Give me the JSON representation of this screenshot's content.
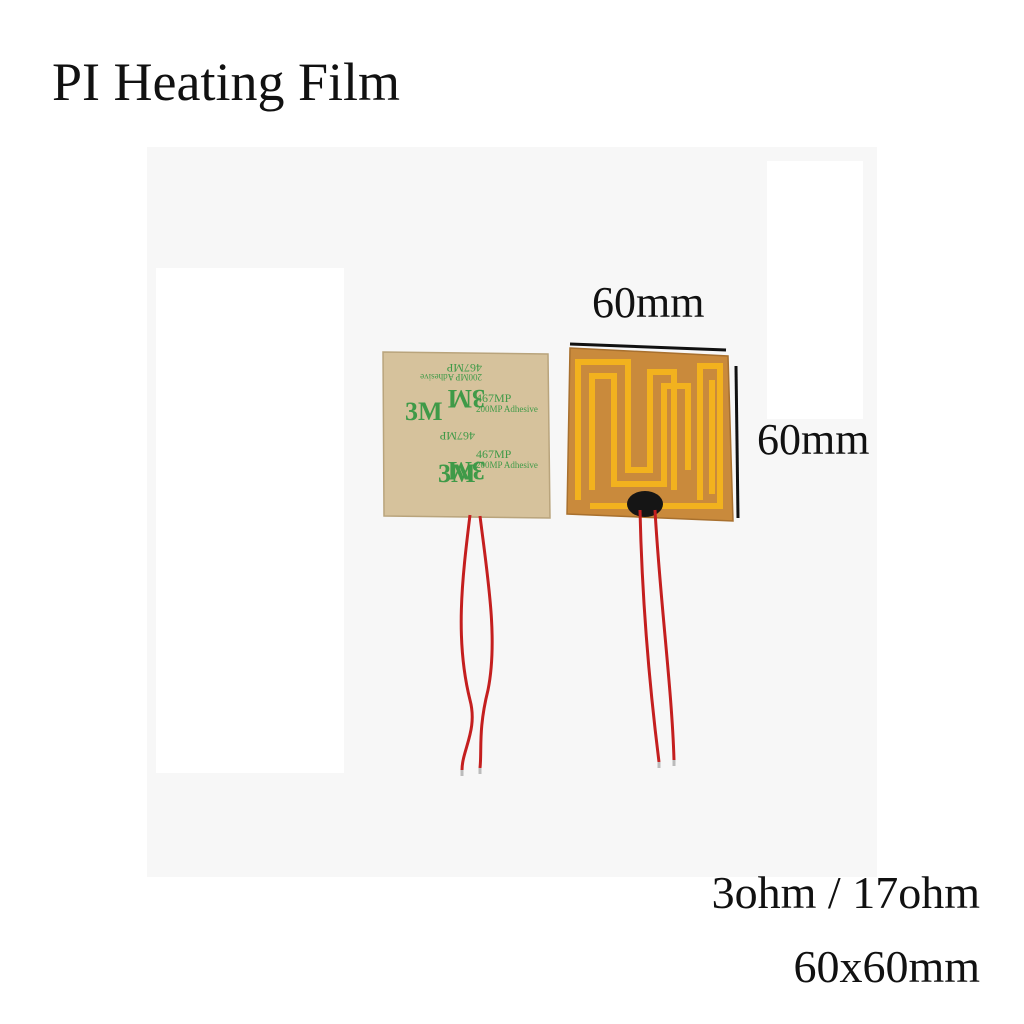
{
  "title": "PI Heating Film",
  "dimension_width": "60mm",
  "dimension_height": "60mm",
  "resistance": "3ohm / 17ohm",
  "size": "60x60mm",
  "liner_print": {
    "brand": "3M",
    "model": "467MP",
    "adhesive": "200MP Adhesive"
  },
  "colors": {
    "liner": "#d6c29c",
    "liner_logo": "#3f9a48",
    "film": "#c98a3c",
    "trace": "#f2b21e",
    "wire": "#c41f1f"
  }
}
